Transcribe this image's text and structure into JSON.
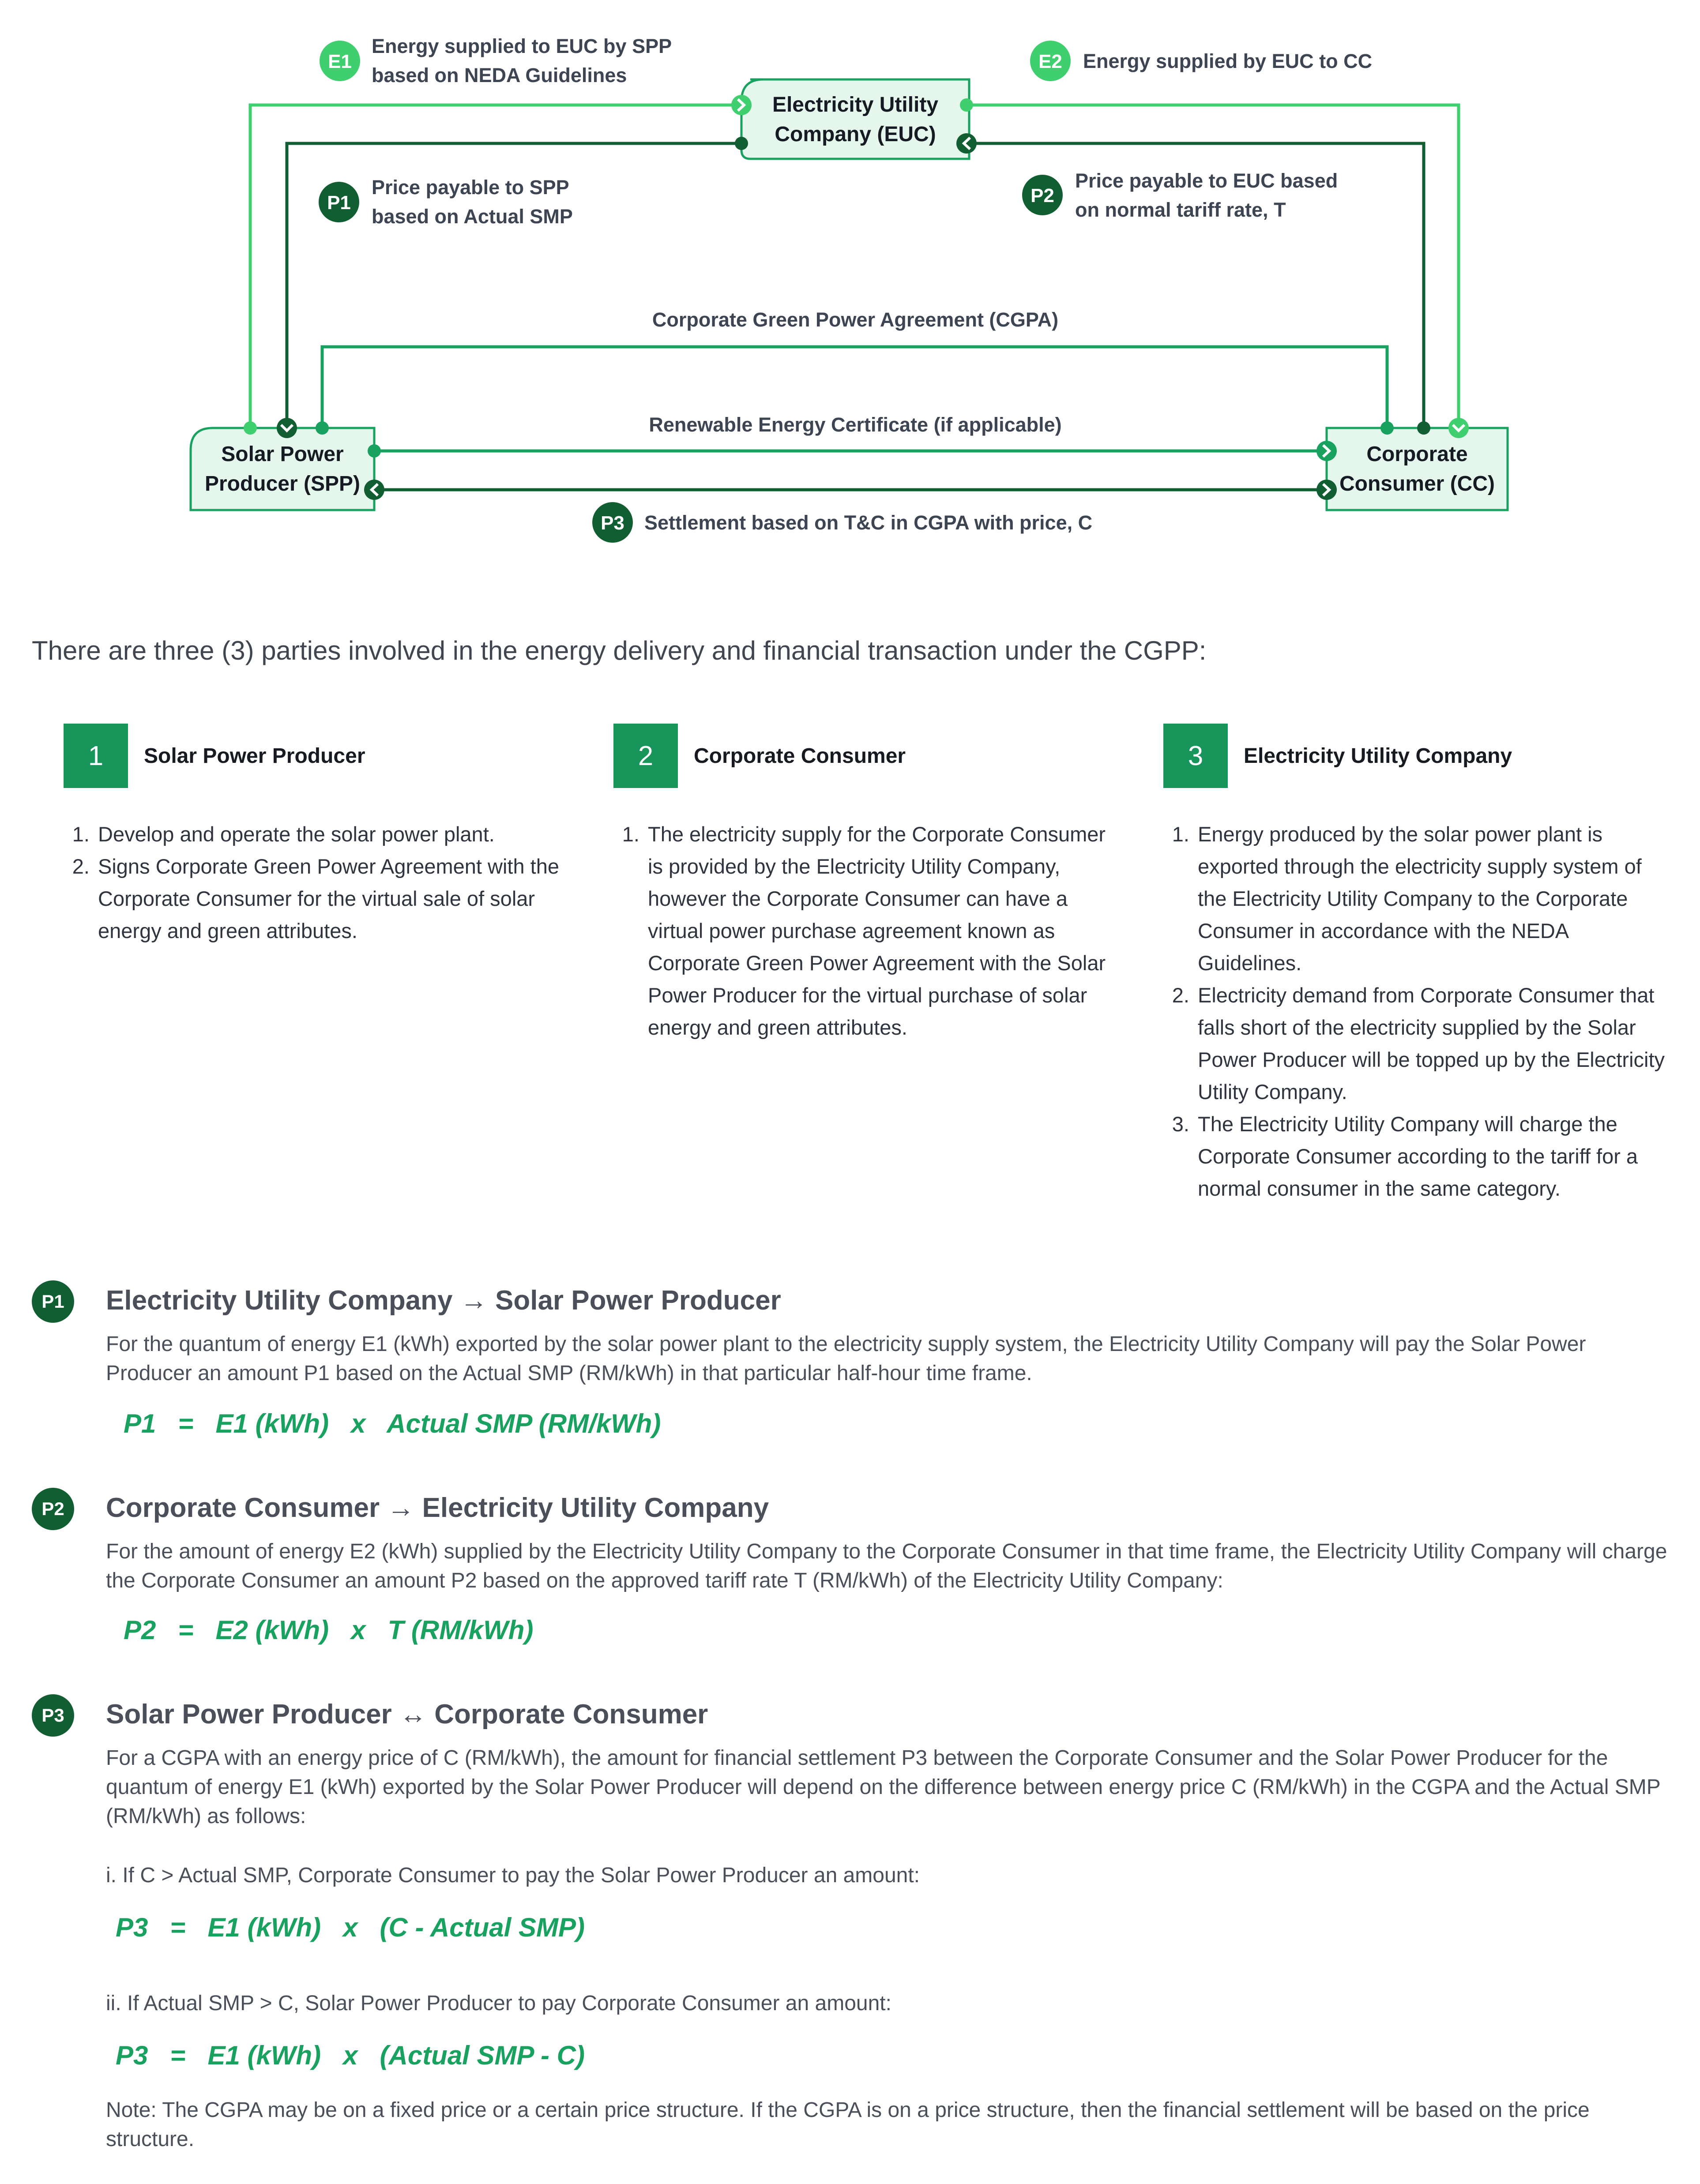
{
  "diagram": {
    "nodes": {
      "euc": [
        "Electricity Utility",
        "Company (EUC)"
      ],
      "spp": [
        "Solar Power",
        "Producer (SPP)"
      ],
      "cc": [
        "Corporate",
        "Consumer (CC)"
      ]
    },
    "badges": {
      "e1": "E1",
      "e2": "E2",
      "p1": "P1",
      "p2": "P2",
      "p3": "P3"
    },
    "labels": {
      "e1": [
        "Energy supplied to EUC by SPP",
        "based on NEDA Guidelines"
      ],
      "e2": "Energy supplied by EUC to CC",
      "p1": [
        "Price payable to SPP",
        "based on Actual SMP"
      ],
      "p2": [
        "Price payable to EUC based",
        "on normal tariff rate, T"
      ],
      "cgpa": "Corporate Green Power Agreement (CGPA)",
      "rec": "Renewable Energy Certificate (if applicable)",
      "p3": "Settlement based on T&C in CGPA with price, C"
    },
    "colors": {
      "light_green": "#3fcf6f",
      "dark_green": "#125e33",
      "mid_green": "#19a15f",
      "node_fill": "#e5f6ec"
    }
  },
  "intro": "There are three (3) parties involved in the energy delivery and financial transaction under the CGPP:",
  "parties": [
    {
      "num": "1",
      "name": "Solar Power Producer",
      "items": [
        "Develop and operate the solar power plant.",
        "Signs Corporate Green Power Agreement with the Corporate Consumer for the virtual sale of solar energy and green attributes."
      ]
    },
    {
      "num": "2",
      "name": "Corporate Consumer",
      "items": [
        "The electricity supply for the Corporate Consumer is provided by the Electricity Utility Company, however the Corporate Consumer can have a virtual power purchase agreement known as Corporate Green Power Agreement with the Solar Power Producer for the virtual purchase of solar energy and green attributes."
      ]
    },
    {
      "num": "3",
      "name": "Electricity Utility Company",
      "items": [
        "Energy produced by the solar power plant is exported through the electricity supply system of the Electricity Utility Company to the Corporate Consumer in accordance with the NEDA Guidelines.",
        "Electricity demand from Corporate Consumer that falls short of the electricity supplied by the Solar Power Producer will be topped up by the Electricity Utility Company.",
        "The Electricity Utility Company will charge the Corporate Consumer according to the tariff for a normal consumer in the same category."
      ]
    }
  ],
  "sections": {
    "p1": {
      "badge": "P1",
      "title": "Electricity Utility Company → Solar Power Producer",
      "desc": "For the quantum of energy E1 (kWh) exported by the solar power plant to the electricity supply system, the Electricity Utility Company will pay the Solar Power Producer an amount P1 based on the Actual SMP (RM/kWh) in that particular half-hour time frame.",
      "formula": "P1   =   E1 (kWh)   x   Actual SMP (RM/kWh)"
    },
    "p2": {
      "badge": "P2",
      "title": "Corporate Consumer → Electricity Utility Company",
      "desc": "For the amount of energy E2 (kWh) supplied by the Electricity Utility Company to the Corporate Consumer in that time frame, the Electricity Utility Company will charge the Corporate Consumer an amount P2 based on the approved tariff rate T (RM/kWh) of the Electricity Utility Company:",
      "formula": "P2   =   E2 (kWh)   x   T (RM/kWh)"
    },
    "p3": {
      "badge": "P3",
      "title": "Solar Power Producer ↔ Corporate Consumer",
      "desc": "For a CGPA with an energy price of C (RM/kWh), the amount for financial settlement P3 between the Corporate Consumer and the Solar Power Producer for the quantum of energy E1 (kWh) exported by the Solar Power Producer will depend on the difference between energy price C (RM/kWh) in the CGPA and the Actual SMP (RM/kWh) as follows:",
      "case1": "i. If C > Actual SMP, Corporate Consumer to pay the Solar Power Producer an amount:",
      "formula1": "P3   =   E1 (kWh)   x   (C - Actual SMP)",
      "case2": "ii. If Actual SMP > C, Solar Power Producer to pay Corporate Consumer an amount:",
      "formula2": "P3   =   E1 (kWh)   x   (Actual SMP - C)",
      "note": "Note: The CGPA may be on a fixed price or a certain price structure. If the CGPA is on a price structure, then the financial settlement will be based on the price structure."
    }
  }
}
